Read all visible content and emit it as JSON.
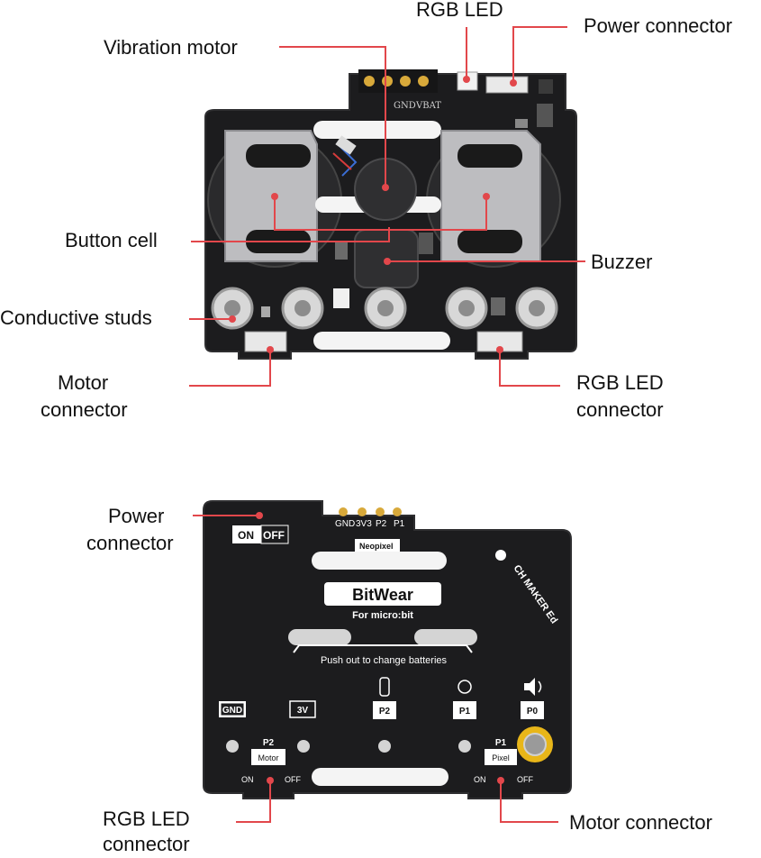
{
  "top_labels": {
    "rgb_led": "RGB LED",
    "power_connector": "Power connector",
    "vibration_motor": "Vibration motor",
    "button_cell": "Button cell",
    "buzzer": "Buzzer",
    "conductive_studs": "Conductive studs",
    "motor_connector_1": "Motor",
    "motor_connector_2": "connector",
    "rgb_led_connector_1": "RGB LED",
    "rgb_led_connector_2": "connector"
  },
  "top_board": {
    "silk_gnd": "GND",
    "silk_vbat": "VBAT"
  },
  "bottom_labels": {
    "power_connector_1": "Power",
    "power_connector_2": "connector",
    "rgb_led_connector_1": "RGB LED",
    "rgb_led_connector_2": "connector",
    "motor_connector": "Motor connector"
  },
  "bottom_board": {
    "switch_on": "ON",
    "switch_off": "OFF",
    "header_pins": [
      "GND",
      "3V3",
      "P2",
      "P1"
    ],
    "neopixel": "Neopixel",
    "brand": "BitWear",
    "for_text": "For micro:bit",
    "push_text": "Push out to change batteries",
    "maker_text": "CH MAKER Ed",
    "pad_gnd": "GND",
    "pad_3v": "3V",
    "pad_p2": "P2",
    "pad_p1": "P1",
    "pad_p0": "P0",
    "p2_label": "P2",
    "p2_sub": "Motor",
    "p1_label": "P1",
    "p1_sub": "Pixel",
    "left_on": "ON",
    "left_off": "OFF",
    "right_on": "ON",
    "right_off": "OFF"
  },
  "colors": {
    "pcb": "#1c1c1e",
    "pcb_edge": "#2a2a2c",
    "callout_line": "#e2474b",
    "callout_dot": "#e2474b",
    "battery_holder": "#b8b8bb",
    "gold_ring": "#e8b619"
  }
}
